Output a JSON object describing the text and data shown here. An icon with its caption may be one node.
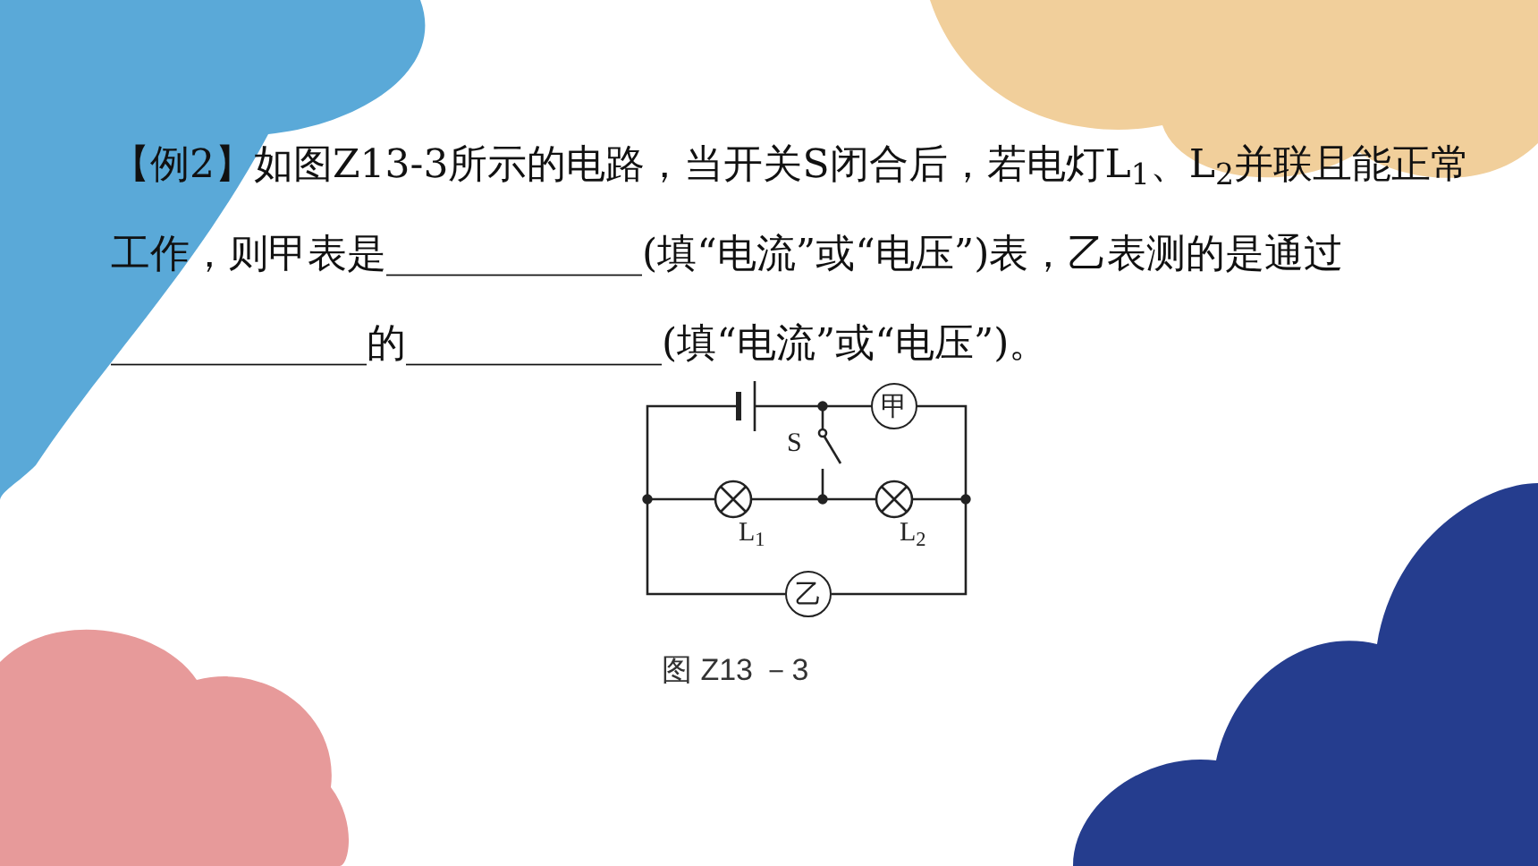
{
  "diagram": {
    "caption": "图 Z13 －3",
    "nodes": [
      {
        "text": [
          "甲"
        ]
      },
      {
        "text": [
          "乙"
        ]
      }
    ],
    "edges": [],
    "labels": [
      "【例2】如图Z13-3所示的电路，当开关S闭合后，若电灯L$_{1}$、L$_{2}$并联且能正常工作，则甲表是_____________(填“电流”或“电压”)表，乙表测的是通过_____________的_____________(填“电流”或“电压”)。",
      "S",
      "L$_{1}$",
      "L$_{2}$"
    ]
  }
}
